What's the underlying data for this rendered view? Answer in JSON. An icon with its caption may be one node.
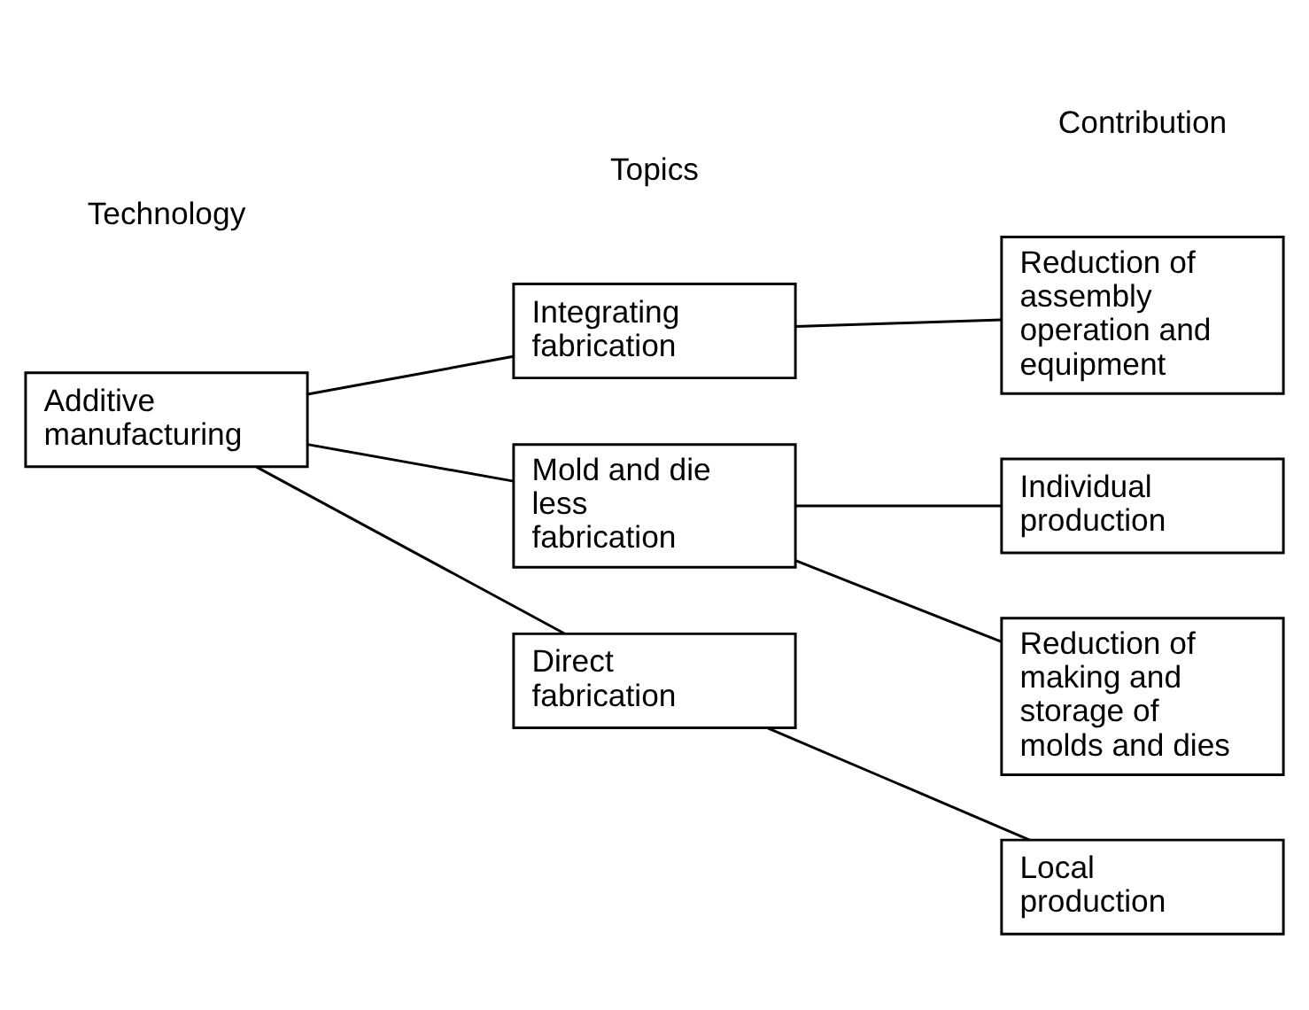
{
  "diagram": {
    "nodes": [
      {
        "text": [
          "Additive manufacturing"
        ]
      },
      {
        "text": [
          "Integrating fabrication"
        ]
      },
      {
        "text": [
          "Mold and die less fabrication"
        ]
      },
      {
        "text": [
          "Direct fabrication"
        ]
      },
      {
        "text": [
          "Reduction of assembly operation and equipment"
        ]
      },
      {
        "text": [
          "Individual production"
        ]
      },
      {
        "text": [
          "Reduction of making and storage of molds and dies"
        ]
      },
      {
        "text": [
          "Local production"
        ]
      }
    ],
    "edges": [
      {
        "from": 0,
        "to": 1,
        "arrow": "none"
      },
      {
        "from": 0,
        "to": 2,
        "arrow": "none"
      },
      {
        "from": 0,
        "to": 3,
        "arrow": "none"
      },
      {
        "from": 1,
        "to": 4,
        "arrow": "none"
      },
      {
        "from": 2,
        "to": 5,
        "arrow": "none"
      },
      {
        "from": 2,
        "to": 6,
        "arrow": "none"
      },
      {
        "from": 3,
        "to": 7,
        "arrow": "none"
      }
    ],
    "labels": [
      "Technology",
      "Topics",
      "Contribution"
    ]
  }
}
